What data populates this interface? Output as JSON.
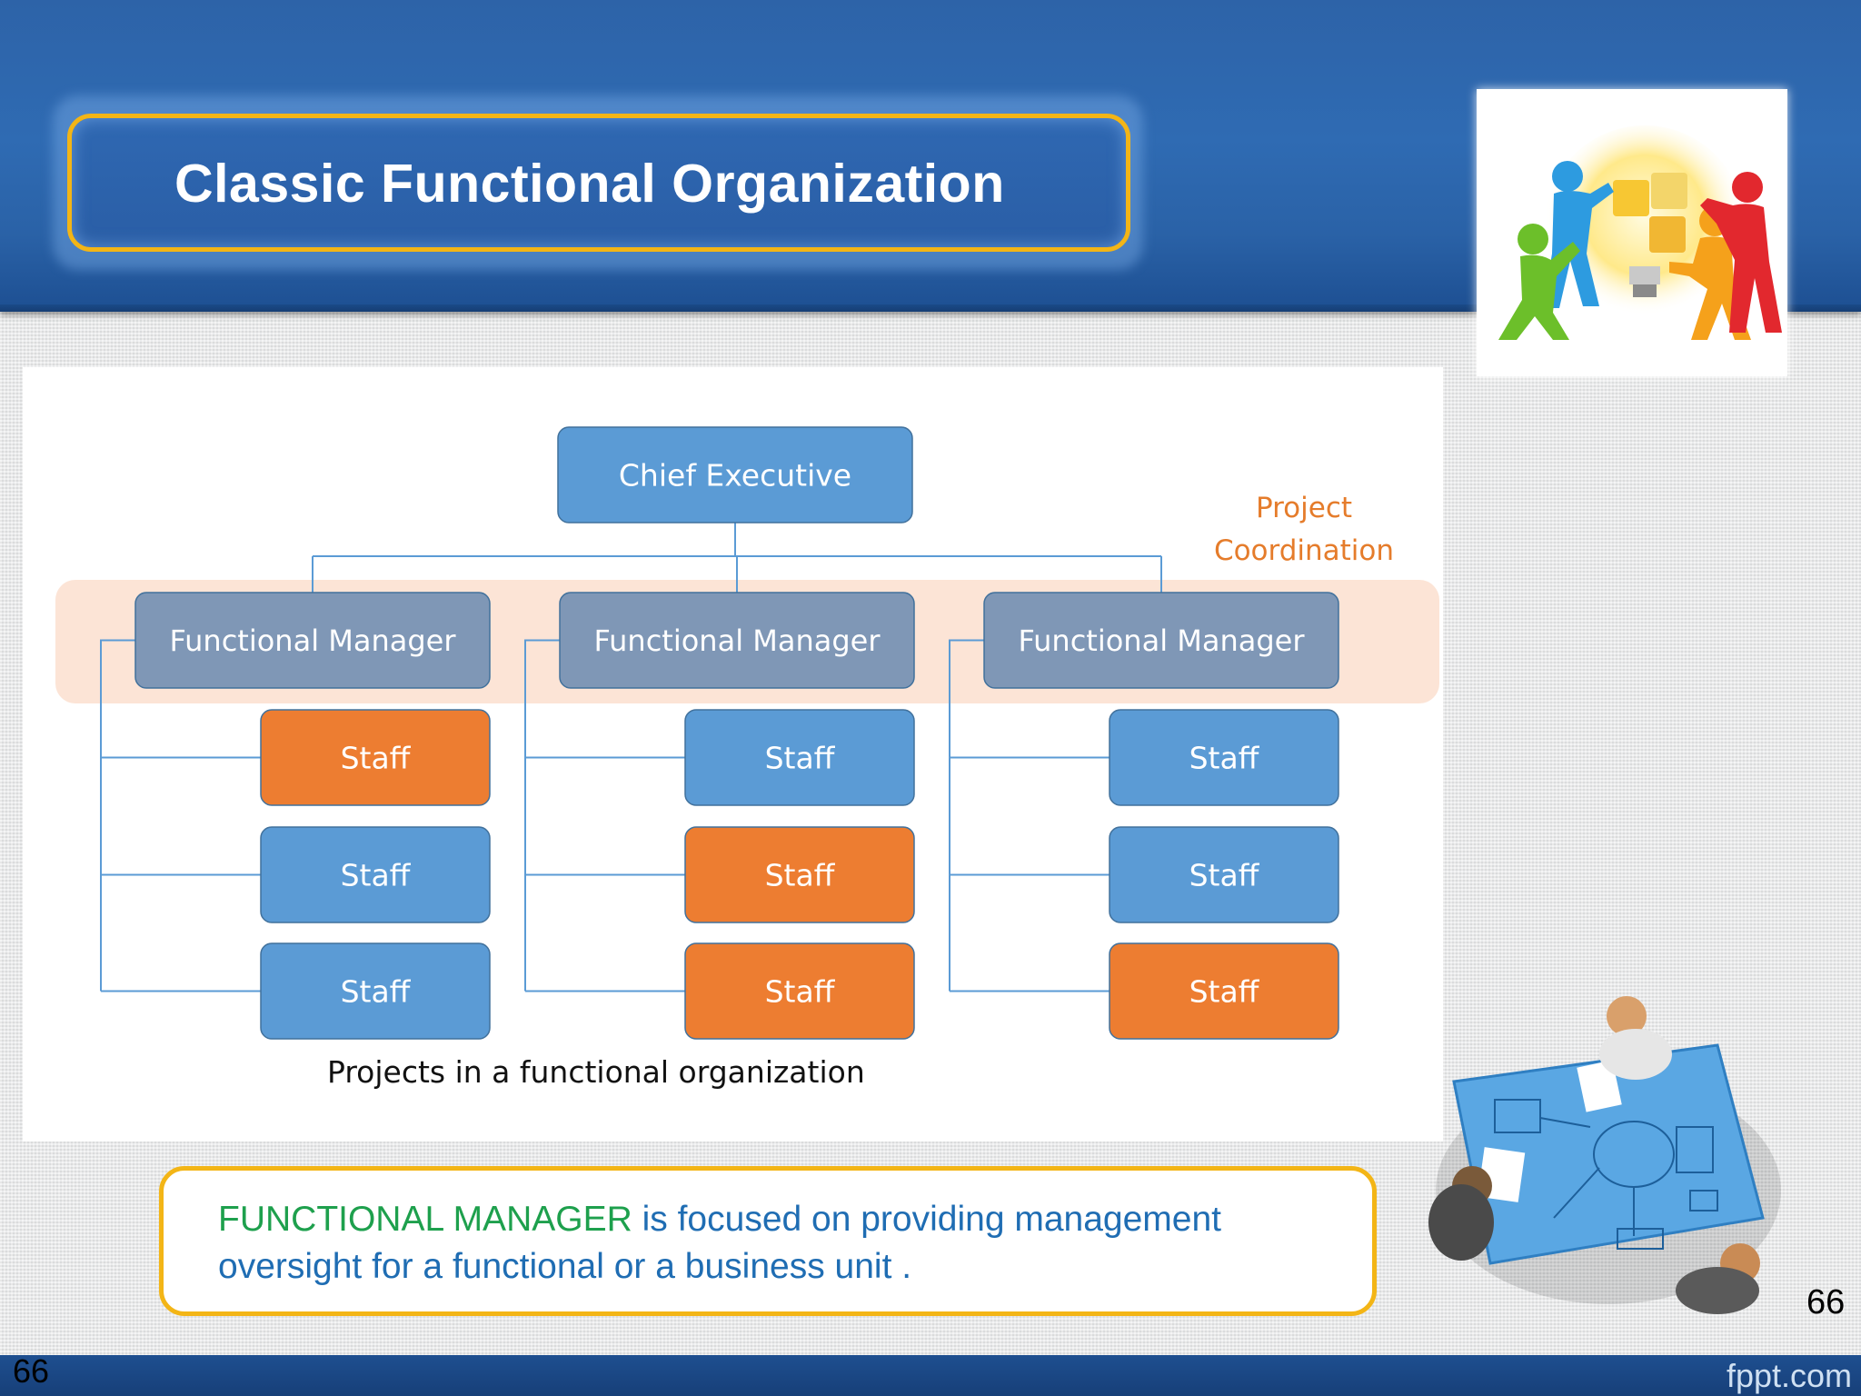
{
  "slide": {
    "title": "Classic Functional Organization",
    "page_number": "66",
    "brand": "fppt.com"
  },
  "diagram": {
    "root": "Chief Executive",
    "highlight_label": "Project Coordination",
    "caption": "Projects in a functional organization",
    "managers": [
      {
        "label": "Functional Manager",
        "staff": [
          {
            "label": "Staff",
            "on_project": true
          },
          {
            "label": "Staff",
            "on_project": false
          },
          {
            "label": "Staff",
            "on_project": false
          }
        ]
      },
      {
        "label": "Functional Manager",
        "staff": [
          {
            "label": "Staff",
            "on_project": false
          },
          {
            "label": "Staff",
            "on_project": true
          },
          {
            "label": "Staff",
            "on_project": true
          }
        ]
      },
      {
        "label": "Functional Manager",
        "staff": [
          {
            "label": "Staff",
            "on_project": false
          },
          {
            "label": "Staff",
            "on_project": false
          },
          {
            "label": "Staff",
            "on_project": true
          }
        ]
      }
    ],
    "colors": {
      "executive": "#5b9bd5",
      "manager": "#7f97b6",
      "staff": "#5b9bd5",
      "project_staff": "#ed7d31",
      "highlight_band": "#fce4d6",
      "connector": "#5b9bd5",
      "highlight_label": "#e57c2b"
    }
  },
  "note": {
    "term": "FUNCTIONAL MANAGER",
    "text": " is focused on providing management oversight for a functional or a business unit ."
  }
}
